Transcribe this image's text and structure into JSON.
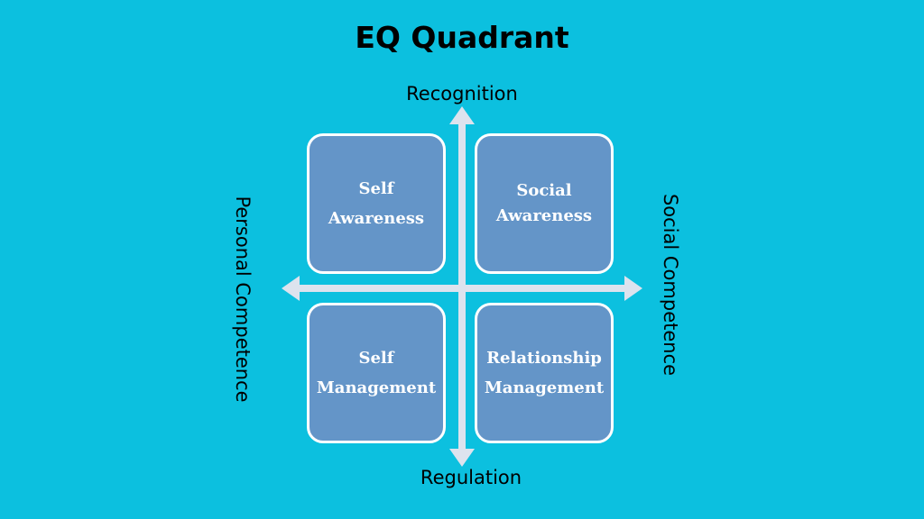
{
  "title": "EQ Quadrant",
  "axes": {
    "top": "Recognition",
    "bottom": "Regulation",
    "left": "Personal Competence",
    "right": "Social Competence"
  },
  "quadrants": [
    {
      "line1": "Self",
      "line2": "Awareness"
    },
    {
      "line1": "Social",
      "line2": "Awareness"
    },
    {
      "line1": "Self",
      "line2": "Management"
    },
    {
      "line1": "Relationship",
      "line2": "Management"
    }
  ],
  "colors": {
    "background": "#0cc0df",
    "box_fill": "#6495c8",
    "box_border": "#ffffff",
    "axis": "#dde3ee"
  }
}
